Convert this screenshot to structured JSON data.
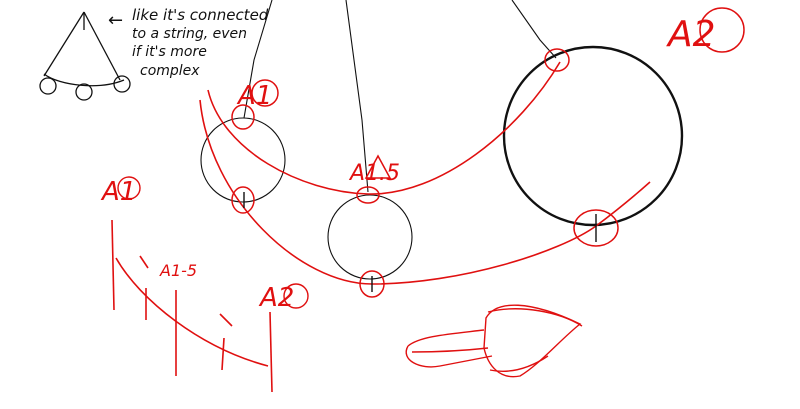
{
  "colors": {
    "ink_black": "#111111",
    "ink_red": "#e01010"
  },
  "note": {
    "arrow": "←",
    "lines": [
      "like it's connected",
      "to a string, even",
      "if it's more",
      "complex"
    ]
  },
  "labels": {
    "a1_top": "A1",
    "a1_5_top": "A1.5",
    "a2_top": "A2",
    "a1_left": "A1",
    "a1_5_small": "A1-5",
    "a2_small": "A2"
  }
}
